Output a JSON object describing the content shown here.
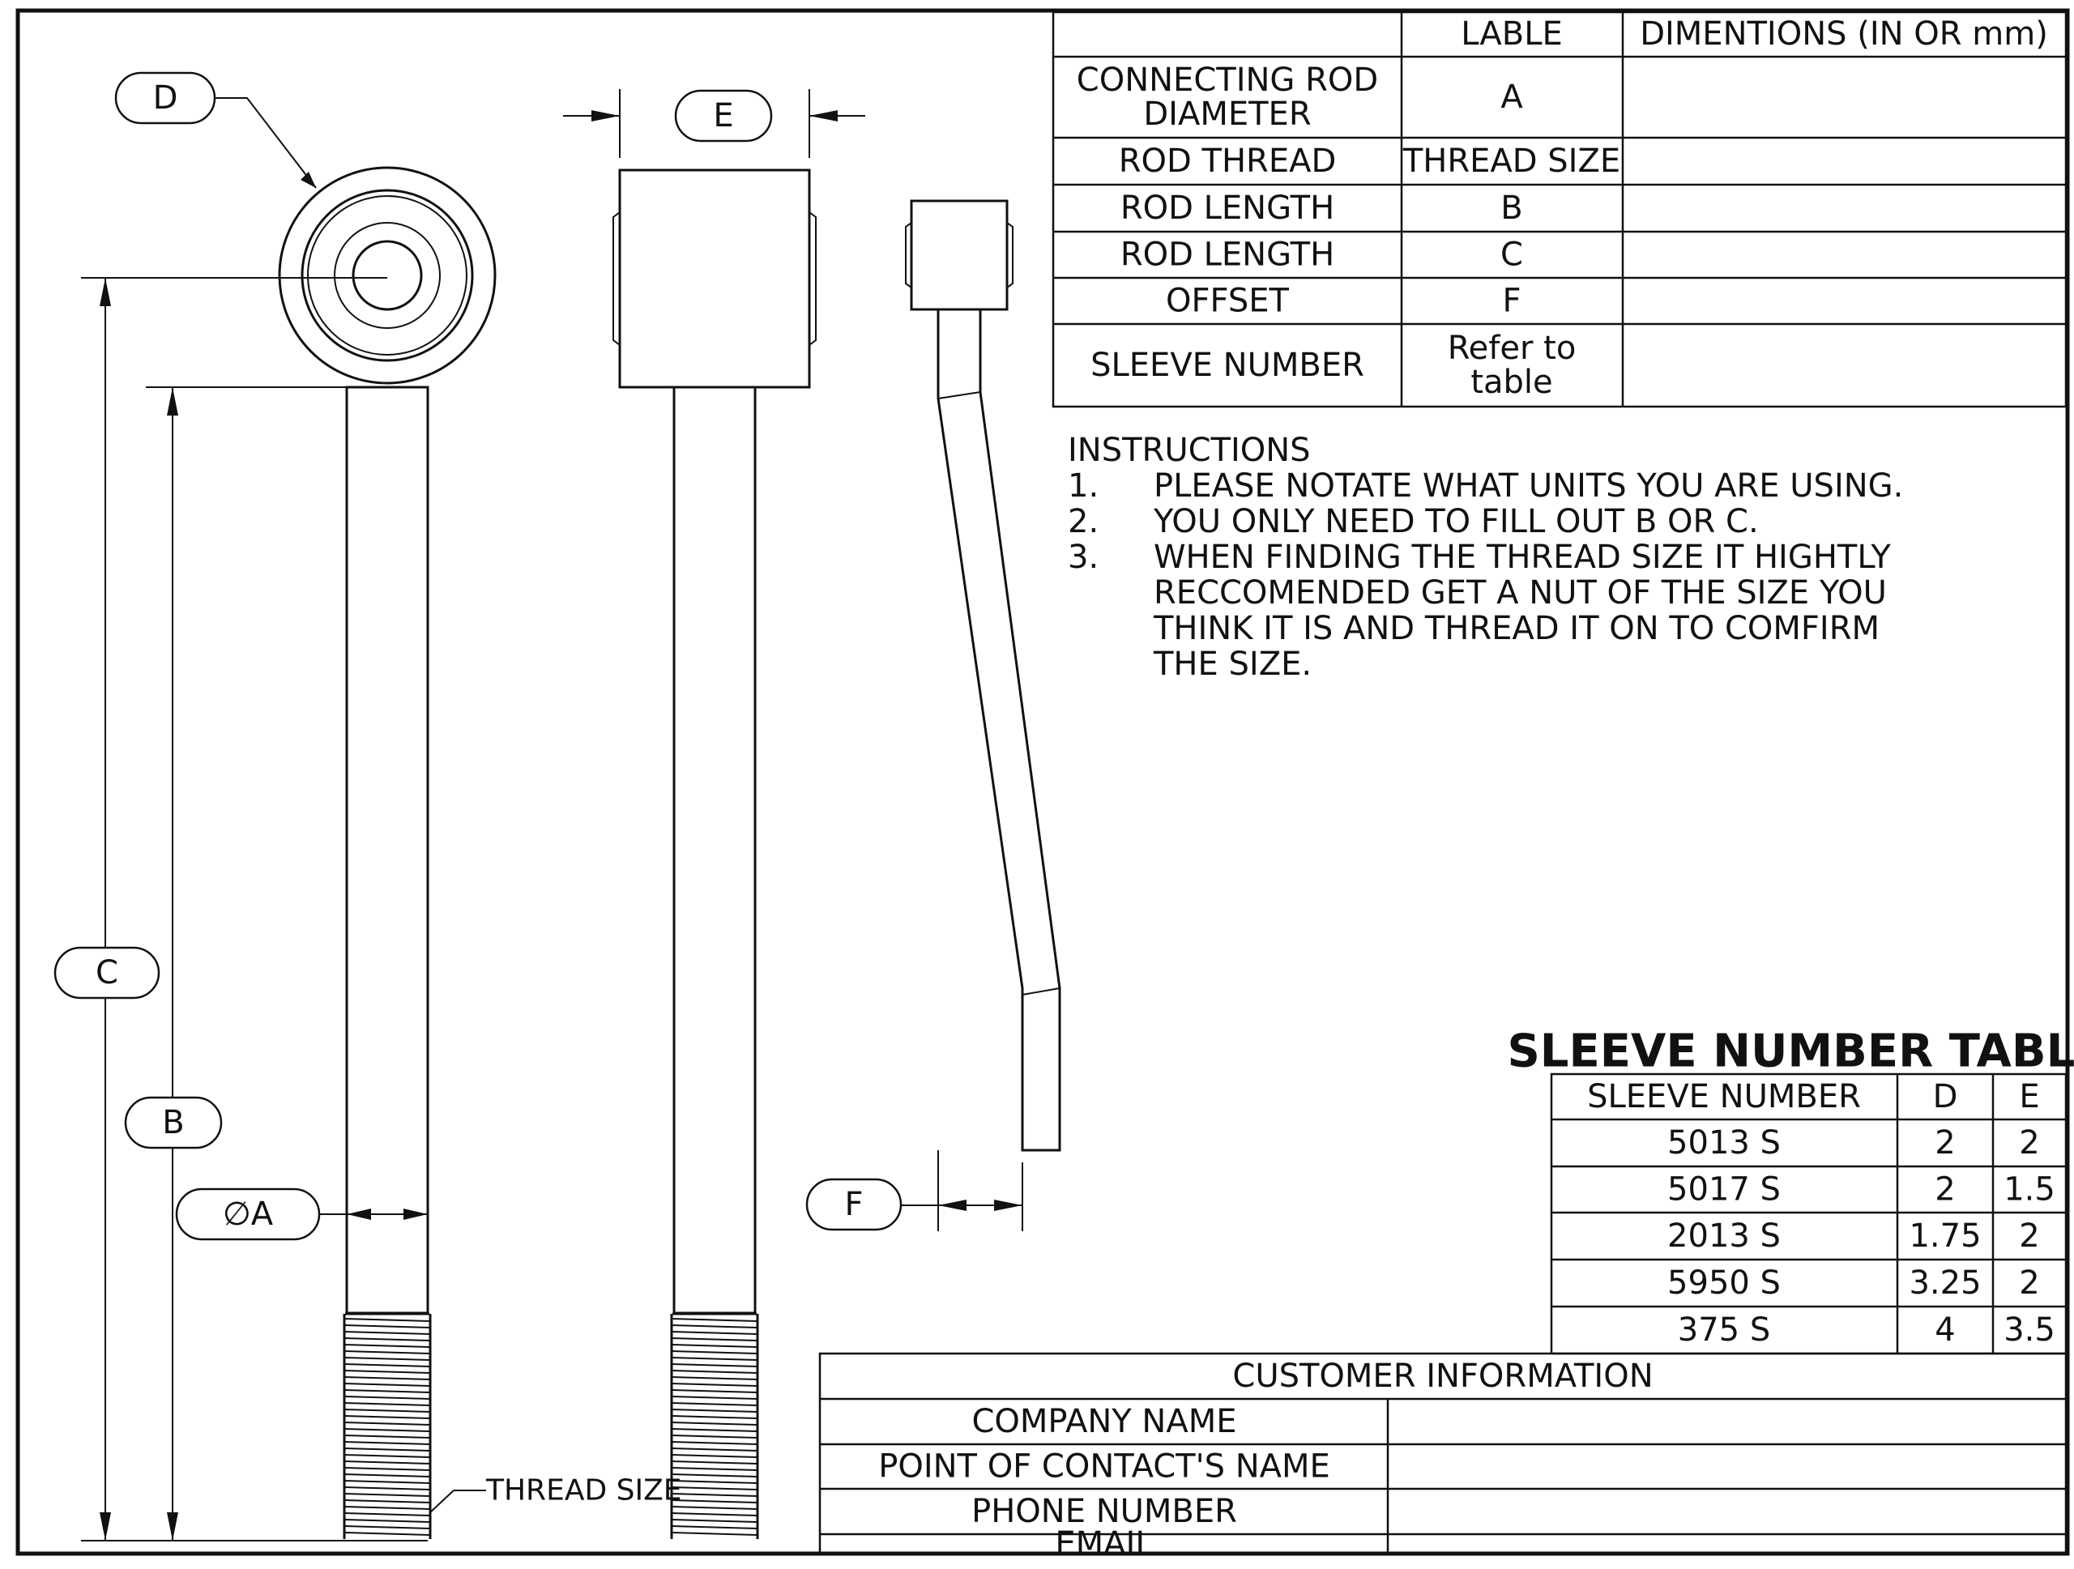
{
  "labels": {
    "D": "D",
    "E": "E",
    "C": "C",
    "B": "B",
    "A": "∅A",
    "F": "F",
    "thread_size": "THREAD SIZE"
  },
  "dim_table": {
    "headers": [
      "",
      "LABLE",
      "DIMENTIONS (IN OR mm)"
    ],
    "rows": [
      {
        "name": "CONNECTING ROD DIAMETER",
        "name_lines": [
          "CONNECTING ROD",
          "DIAMETER"
        ],
        "label": "A",
        "label_lines": [
          "A"
        ],
        "value": ""
      },
      {
        "name": "ROD THREAD",
        "name_lines": [
          "ROD THREAD"
        ],
        "label": "THREAD SIZE",
        "label_lines": [
          "THREAD SIZE"
        ],
        "value": ""
      },
      {
        "name": "ROD LENGTH",
        "name_lines": [
          "ROD LENGTH"
        ],
        "label": "B",
        "label_lines": [
          "B"
        ],
        "value": ""
      },
      {
        "name": "ROD LENGTH",
        "name_lines": [
          "ROD LENGTH"
        ],
        "label": "C",
        "label_lines": [
          "C"
        ],
        "value": ""
      },
      {
        "name": "OFFSET",
        "name_lines": [
          "OFFSET"
        ],
        "label": "F",
        "label_lines": [
          "F"
        ],
        "value": ""
      },
      {
        "name": "SLEEVE NUMBER",
        "name_lines": [
          "SLEEVE NUMBER"
        ],
        "label": "Refer to table",
        "label_lines": [
          "Refer to",
          "table"
        ],
        "value": ""
      }
    ]
  },
  "instructions": {
    "title": "INSTRUCTIONS",
    "items": [
      {
        "num": "1.",
        "lines": [
          "PLEASE NOTATE WHAT UNITS YOU ARE USING."
        ]
      },
      {
        "num": "2.",
        "lines": [
          "YOU ONLY NEED TO FILL OUT B OR C."
        ]
      },
      {
        "num": "3.",
        "lines": [
          "WHEN FINDING THE THREAD SIZE IT HIGHTLY",
          "RECCOMENDED GET A NUT OF THE SIZE YOU",
          "THINK IT IS AND THREAD IT ON TO COMFIRM",
          "THE SIZE."
        ]
      }
    ]
  },
  "sleeve_table": {
    "title": "SLEEVE NUMBER TABLE",
    "headers": [
      "SLEEVE NUMBER",
      "D",
      "E"
    ],
    "rows": [
      [
        "5013 S",
        "2",
        "2"
      ],
      [
        "5017 S",
        "2",
        "1.5"
      ],
      [
        "2013 S",
        "1.75",
        "2"
      ],
      [
        "5950 S",
        "3.25",
        "2"
      ],
      [
        "375 S",
        "4",
        "3.5"
      ]
    ]
  },
  "customer": {
    "title": "CUSTOMER INFORMATION",
    "rows": [
      {
        "label": "COMPANY NAME",
        "value": ""
      },
      {
        "label": "POINT OF CONTACT'S NAME",
        "value": ""
      },
      {
        "label": "PHONE NUMBER",
        "value": ""
      },
      {
        "label": "EMAIL",
        "value": ""
      }
    ]
  }
}
